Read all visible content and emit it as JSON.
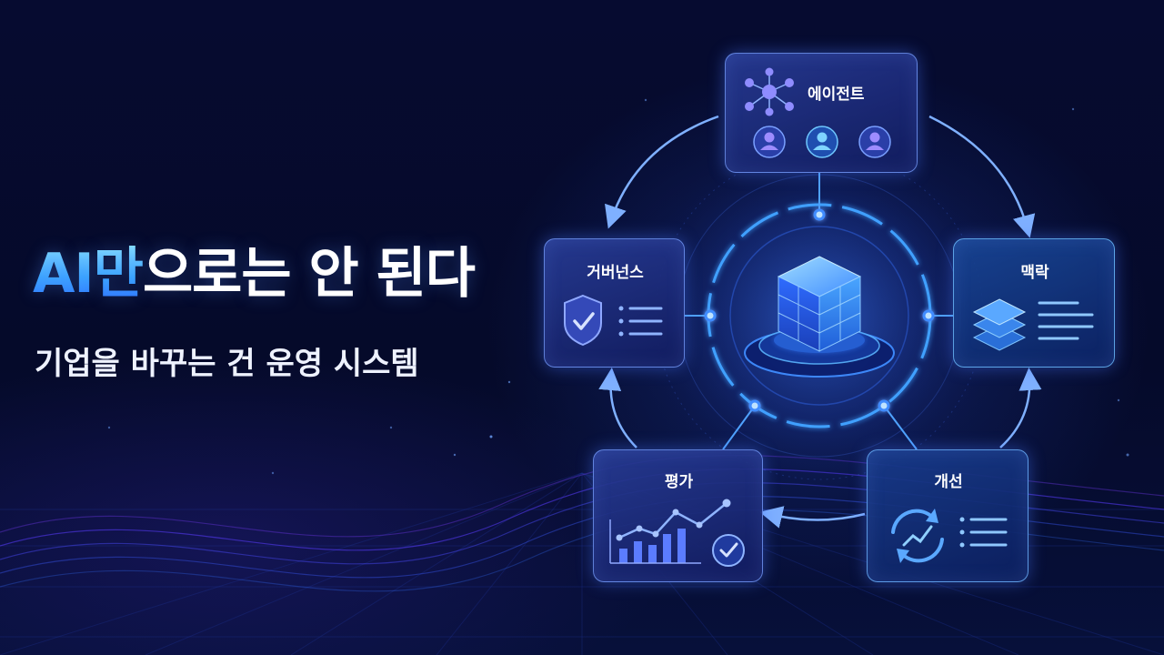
{
  "headline": {
    "accent": "AI만",
    "rest": "으로는 안 된다"
  },
  "subline": "기업을 바꾸는 건 운영 시스템",
  "cards": {
    "agent": "에이전트",
    "context": "맥락",
    "governance": "거버넌스",
    "evaluation": "평가",
    "improvement": "개선"
  },
  "colors": {
    "background": "#050a2a",
    "accent": "#3aa8ff",
    "glow": "#4f8dff",
    "card_border": "#7aa0ff"
  },
  "icons": {
    "agent": "network-node-icon",
    "agent_users": "user-avatar-icon",
    "context": "layers-stack-icon",
    "governance": "shield-check-icon",
    "evaluation": "chart-trend-icon",
    "improvement": "cycle-arrows-icon",
    "center": "cube-stack-icon"
  }
}
